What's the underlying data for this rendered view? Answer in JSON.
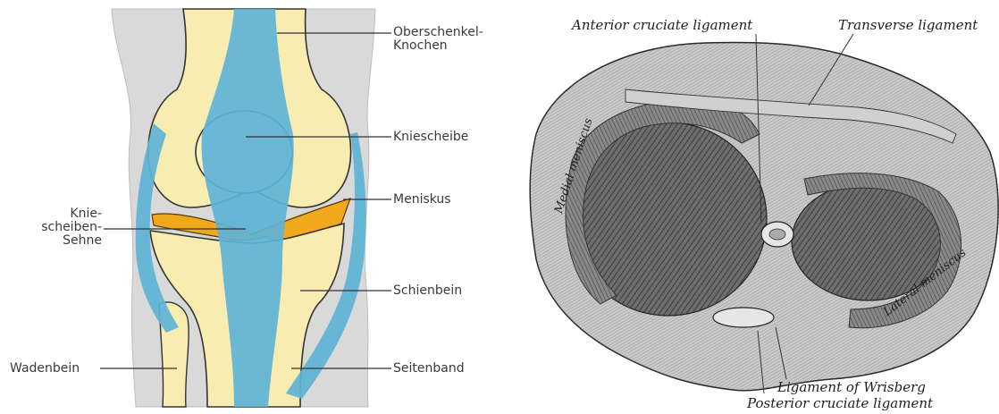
{
  "knee_diagram": {
    "labels": {
      "femur_line1": "Oberschenkel-",
      "femur_line2": "Knochen",
      "patella": "Kniescheibe",
      "meniscus": "Meniskus",
      "tendon_line1": "Knie-",
      "tendon_line2": "scheiben-",
      "tendon_line3": "Sehne",
      "tibia": "Schienbein",
      "fibula": "Wadenbein",
      "collateral": "Seitenband"
    },
    "colors": {
      "bone": "#f8ecb0",
      "tendon": "#5db3d6",
      "meniscus": "#f0a81c",
      "tissue": "#d9d9d9"
    }
  },
  "meniscus_engraving": {
    "labels": {
      "anterior_cruciate": "Anterior cruciate ligament",
      "transverse": "Transverse ligament",
      "medial": "Medial meniscus",
      "lateral": "Lateral meniscus",
      "wrisberg": "Ligament of Wrisberg",
      "posterior_cruciate": "Posterior cruciate ligament"
    }
  }
}
